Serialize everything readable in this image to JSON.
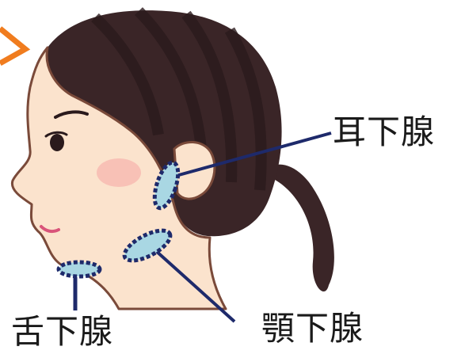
{
  "labels": {
    "parotid": "耳下腺",
    "submandibular": "顎下腺",
    "sublingual": "舌下腺"
  },
  "colors": {
    "skin": "#fbe3cd",
    "skin_outline": "#7a4a3a",
    "hair": "#3a2527",
    "hair_stripe": "#2a1a1c",
    "gland_fill": "#a9d7e3",
    "gland_dots": "#1e2a6b",
    "leader_line": "#1e2a6b",
    "arrow": "#f07c1e",
    "cheek": "#f7b8b0",
    "lips": "#d9547a",
    "eye": "#2a1a1c"
  },
  "icons": [
    "orange-arrow-icon"
  ]
}
